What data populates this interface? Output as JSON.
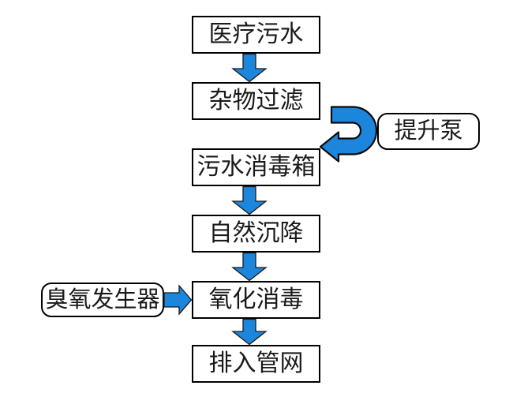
{
  "diagram": {
    "type": "flowchart",
    "subject": "medical sewage treatment process",
    "nodes": [
      {
        "id": "medical-sewage",
        "label": "医疗污水"
      },
      {
        "id": "debris-filtration",
        "label": "杂物过滤"
      },
      {
        "id": "sewage-disinfection-tank",
        "label": "污水消毒箱"
      },
      {
        "id": "natural-sedimentation",
        "label": "自然沉降"
      },
      {
        "id": "oxidation-disinfection",
        "label": "氧化消毒"
      },
      {
        "id": "discharge-to-pipe-network",
        "label": "排入管网"
      }
    ],
    "attachments": [
      {
        "id": "lift-pump",
        "label": "提升泵",
        "shape": "rounded"
      },
      {
        "id": "ozone-generator",
        "label": "臭氧发生器",
        "shape": "rounded"
      }
    ],
    "edges": [
      {
        "from": "医疗污水",
        "to": "杂物过滤"
      },
      {
        "from": "杂物过滤",
        "to": "污水消毒箱",
        "via": "提升泵"
      },
      {
        "from": "污水消毒箱",
        "to": "自然沉降"
      },
      {
        "from": "自然沉降",
        "to": "氧化消毒"
      },
      {
        "from": "氧化消毒",
        "to": "排入管网"
      },
      {
        "from": "臭氧发生器",
        "to": "氧化消毒"
      }
    ],
    "colors": {
      "arrow_fill": "#1c85dc",
      "arrow_outline": "#111111",
      "box_border": "#000000",
      "box_fill": "#ffffff",
      "text": "#1a1a1a",
      "background": "#ffffff"
    }
  }
}
